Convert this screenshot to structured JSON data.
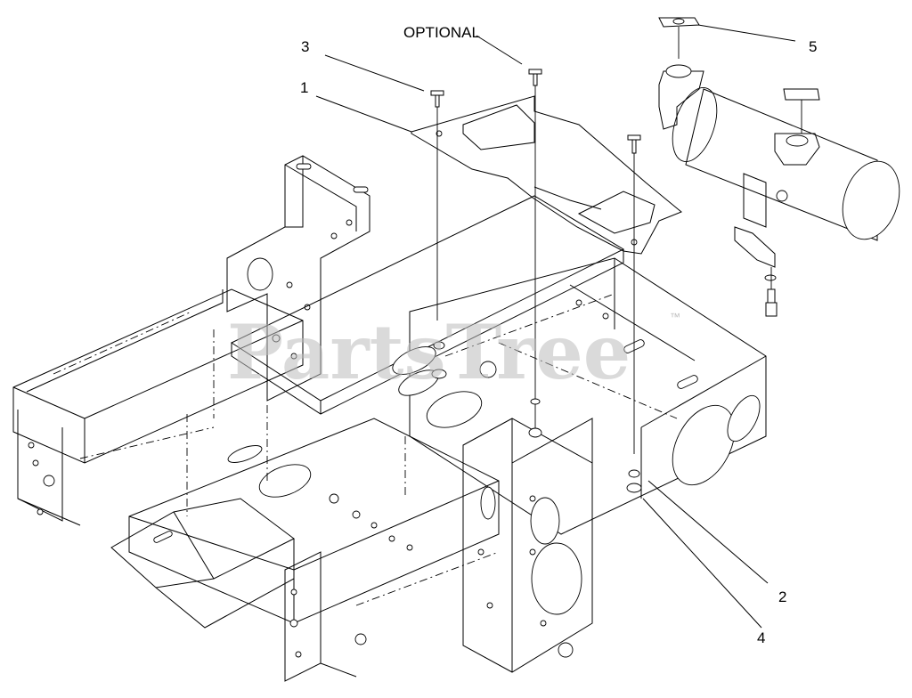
{
  "callouts": {
    "label_1": "1",
    "label_2": "2",
    "label_3": "3",
    "label_4": "4",
    "label_5": "5",
    "optional": "OPTIONAL"
  },
  "watermark": {
    "text": "PartsTree",
    "tm": "™"
  },
  "colors": {
    "line": "#000000",
    "watermark": "#bdbdbd",
    "background": "#ffffff"
  }
}
